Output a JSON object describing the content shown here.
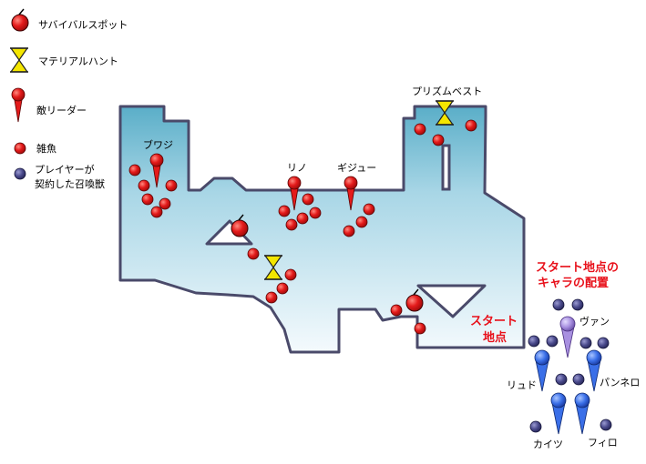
{
  "legend": {
    "survival_spot": "サバイバルスポット",
    "material_hunt": "マテリアルハント",
    "enemy_leader": "敵リーダー",
    "minion": "雑魚",
    "summon_line1": "プレイヤーが",
    "summon_line2": "契約した召喚獣"
  },
  "map": {
    "leaders": [
      "ブワジ",
      "リノ",
      "ギジュー"
    ],
    "prism_best": "プリズムベスト",
    "start_line1": "スタート",
    "start_line2": "地点"
  },
  "placement": {
    "title_line1": "スタート地点の",
    "title_line2": "キャラの配置",
    "characters": [
      "ヴァン",
      "リュド",
      "パンネロ",
      "カイツ",
      "フィロ"
    ]
  },
  "colors": {
    "enemy": "#e41b1b",
    "hunt": "#f4e600",
    "summon": "#4a4a8c",
    "party": "#3a6fe8",
    "van": "#a890e0",
    "floor_top": "#5aaec8",
    "floor_bottom": "#f4fafd",
    "label_red": "#e8101a"
  }
}
